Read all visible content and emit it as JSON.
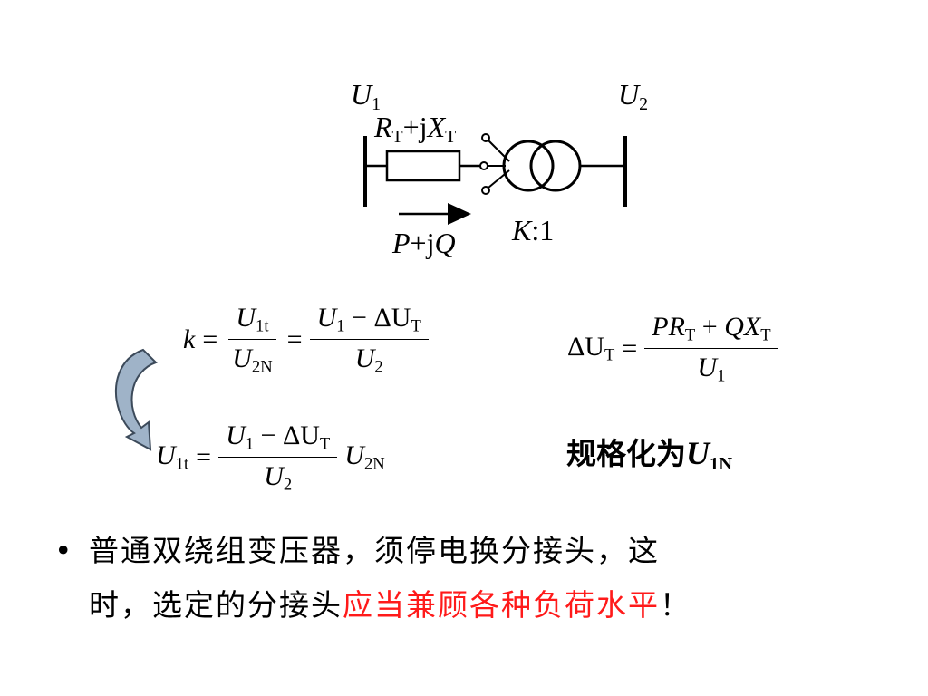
{
  "circuit": {
    "u1": "U",
    "u1_sub": "1",
    "u2": "U",
    "u2_sub": "2",
    "impedance": {
      "r": "R",
      "r_sub": "T",
      "plus_j": "+j",
      "x": "X",
      "x_sub": "T"
    },
    "ratio": {
      "k": "K",
      "rest": ":1"
    },
    "power": {
      "p": "P",
      "plus_j": "+j",
      "q": "Q"
    }
  },
  "eq1": {
    "lhs": "k",
    "f1_num": "U",
    "f1_num_sub": "1t",
    "f1_den": "U",
    "f1_den_sub": "2N",
    "f2_num": "U",
    "f2_num_sub": "1",
    "f2_num_mid": " − ΔU",
    "f2_num_sub2": "T",
    "f2_den": "U",
    "f2_den_sub": "2"
  },
  "eq2": {
    "lhs": "ΔU",
    "lhs_sub": "T",
    "num_p": "PR",
    "num_p_sub": "T",
    "num_plus": " + ",
    "num_q": "QX",
    "num_q_sub": "T",
    "den": "U",
    "den_sub": "1"
  },
  "eq3": {
    "lhs": "U",
    "lhs_sub": "1t",
    "num": "U",
    "num_sub": "1",
    "num_mid": " − ΔU",
    "num_sub2": "T",
    "den": "U",
    "den_sub": "2",
    "rhs": "U",
    "rhs_sub": "2N"
  },
  "normalize": {
    "text": "规格化为",
    "u": "U",
    "u_sub": "1N"
  },
  "bullet": {
    "symbol": "•",
    "line1": "普通双绕组变压器，须停电换分接头，这",
    "line2_black": "时，选定的分接头",
    "line2_red": "应当兼顾各种负荷水平",
    "line2_end": "！"
  },
  "colors": {
    "highlight": "#ff1a1a",
    "arrow_fill": "#9fb3c8"
  }
}
